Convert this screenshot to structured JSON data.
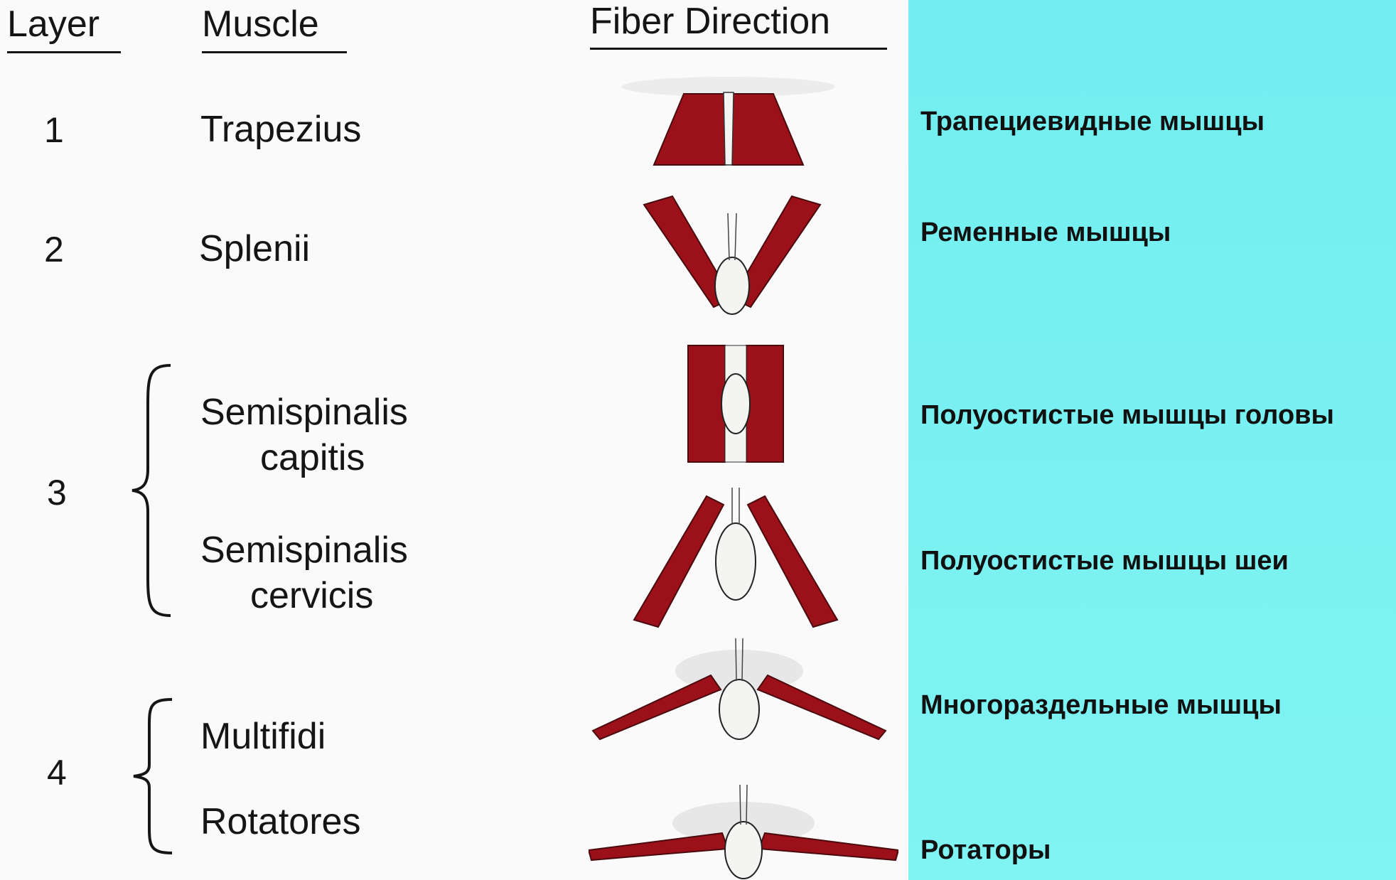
{
  "headers": {
    "layer": "Layer",
    "muscle": "Muscle",
    "fiber": "Fiber Direction"
  },
  "rows": [
    {
      "layer": "1",
      "muscle": "Trapezius",
      "ru": "Трапециевидные мышцы"
    },
    {
      "layer": "2",
      "muscle": "Splenii",
      "ru": "Ременные мышцы"
    },
    {
      "layer": "3",
      "muscle_a": "Semispinalis",
      "muscle_b": "capitis",
      "ru": "Полуостистые мышцы головы"
    },
    {
      "muscle_a": "Semispinalis",
      "muscle_b": "cervicis",
      "ru": "Полуостистые мышцы шеи"
    },
    {
      "layer": "4",
      "muscle": "Multifidi",
      "ru": "Многораздельные мышцы"
    },
    {
      "muscle": "Rotatores",
      "ru": "Ротаторы"
    }
  ],
  "colors": {
    "muscle": "#9c1019",
    "bone": "#f4f4f2",
    "panel": "#78f0f2"
  }
}
